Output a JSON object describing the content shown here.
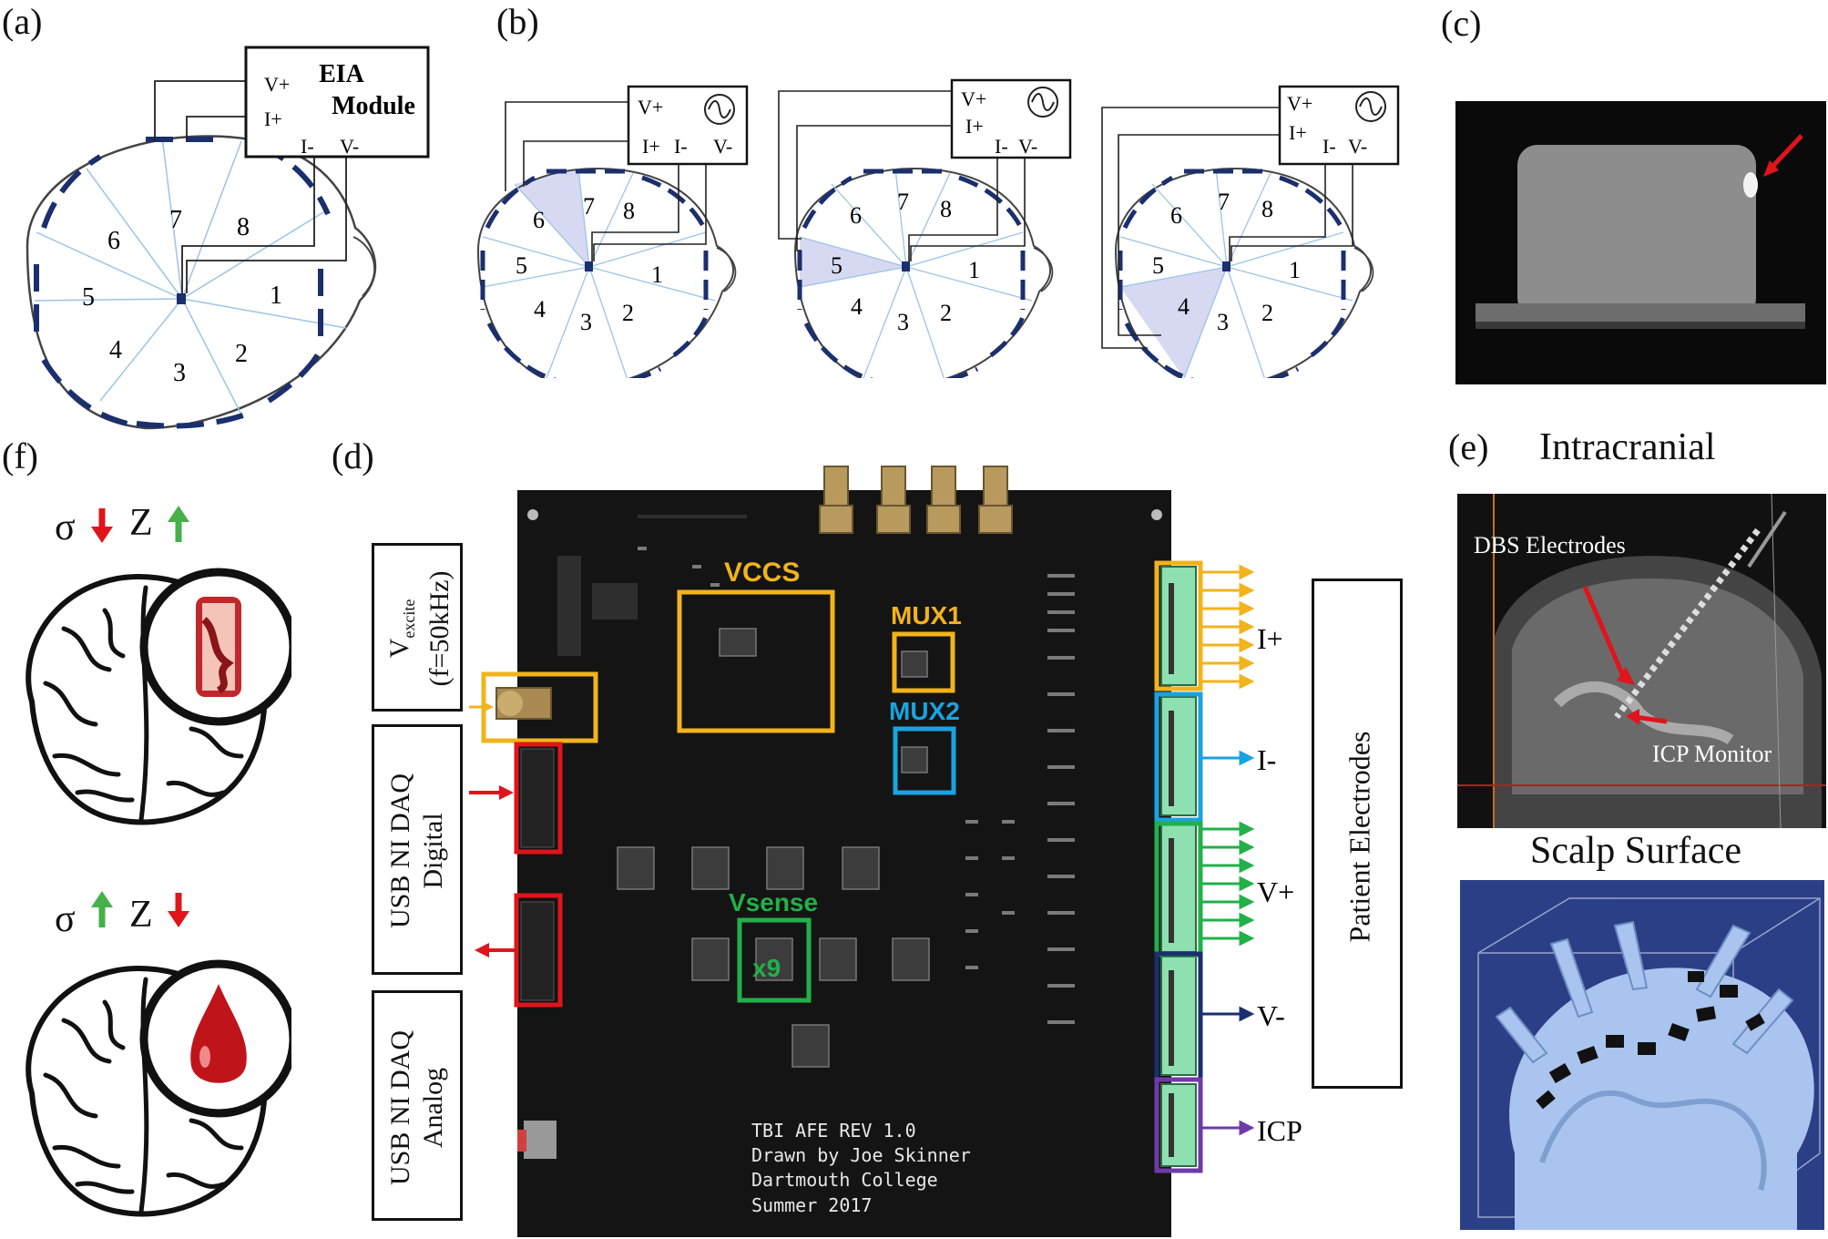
{
  "panels": {
    "a": "(a)",
    "b": "(b)",
    "c": "(c)",
    "d": "(d)",
    "e": "(e)",
    "f": "(f)"
  },
  "panel_a": {
    "module_title_line1": "EIA",
    "module_title_line2": "Module",
    "v_plus": "V+",
    "i_plus": "I+",
    "i_minus": "I-",
    "v_minus": "V-",
    "sectors": [
      "1",
      "2",
      "3",
      "4",
      "5",
      "6",
      "7",
      "8"
    ]
  },
  "panel_b": {
    "v_plus": "V+",
    "i_plus": "I+",
    "i_minus": "I-",
    "v_minus": "V-",
    "sectors": [
      "1",
      "2",
      "3",
      "4",
      "5",
      "6",
      "7",
      "8"
    ],
    "highlighted": [
      "6",
      "5",
      "4"
    ]
  },
  "panel_d": {
    "vexcite_main": "V",
    "vexcite_sub": "excite",
    "vexcite_freq": "(f=50kHz)",
    "daq_digital_line1": "USB NI DAQ",
    "daq_digital_line2": "Digital",
    "daq_analog_line1": "USB NI DAQ",
    "daq_analog_line2": "Analog",
    "patient_electrodes": "Patient Electrodes",
    "vccs": "VCCS",
    "mux1": "MUX1",
    "mux2": "MUX2",
    "vsense": "Vsense",
    "x9": "x9",
    "outputs": [
      "I+",
      "I-",
      "V+",
      "V-",
      "ICP"
    ],
    "board_line1": "TBI AFE        REV 1.0",
    "board_line2": "Drawn by Joe Skinner",
    "board_line3": "Dartmouth College",
    "board_line4": "Summer 2017",
    "colors": {
      "vccs": "#f2b31c",
      "mux2": "#1aa3e0",
      "vsense": "#22b04a",
      "red": "#e0141b",
      "ivminus": "#1b2f6e",
      "icp": "#6e3aa8"
    }
  },
  "panel_e": {
    "intracranial": "Intracranial",
    "dbs_electrodes": "DBS Electrodes",
    "icp_monitor": "ICP Monitor",
    "scalp_surface": "Scalp Surface"
  },
  "panel_f": {
    "sigma": "σ",
    "z": "Z"
  }
}
